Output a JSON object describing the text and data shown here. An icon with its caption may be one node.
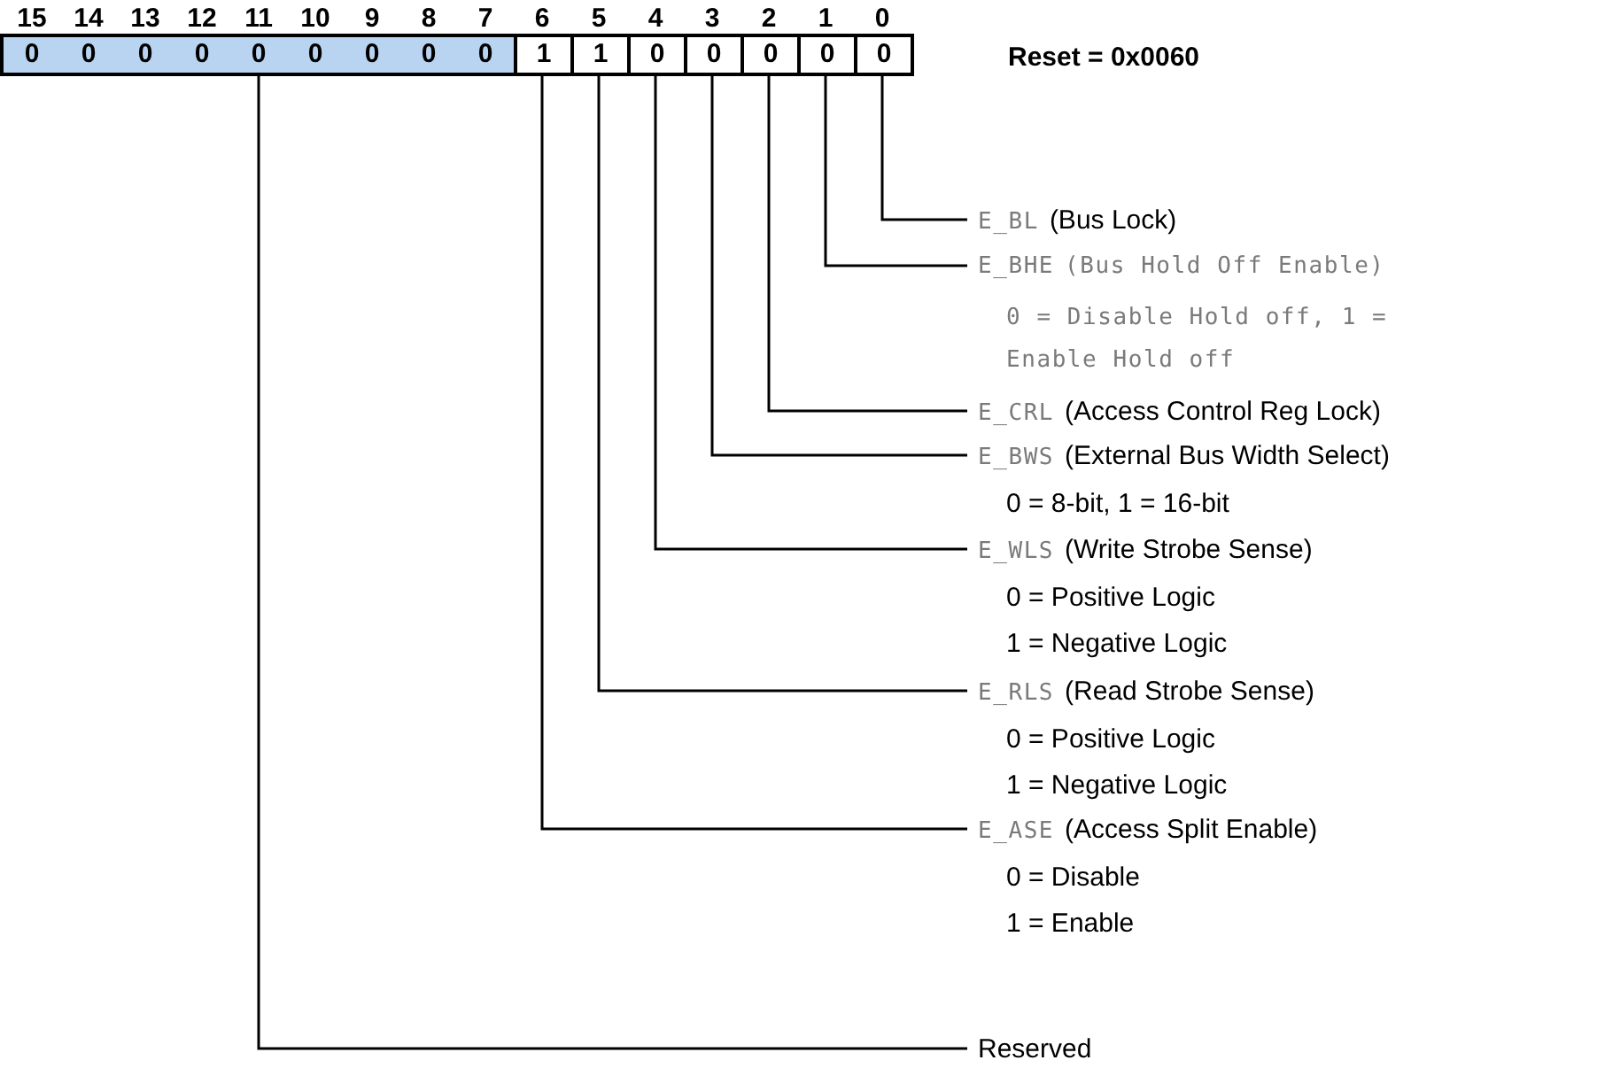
{
  "diagram": {
    "nodes": [
      {
        "text": [
          "0"
        ],
        "beside": [
          "15"
        ]
      },
      {
        "text": [
          "0"
        ],
        "beside": [
          "14"
        ]
      },
      {
        "text": [
          "0"
        ],
        "beside": [
          "13"
        ]
      },
      {
        "text": [
          "0"
        ],
        "beside": [
          "12"
        ]
      },
      {
        "text": [
          "0"
        ],
        "beside": [
          "11"
        ]
      },
      {
        "text": [
          "0"
        ],
        "beside": [
          "10"
        ]
      },
      {
        "text": [
          "0"
        ],
        "beside": [
          "9"
        ]
      },
      {
        "text": [
          "0"
        ],
        "beside": [
          "8"
        ]
      },
      {
        "text": [
          "0"
        ],
        "beside": [
          "7"
        ]
      },
      {
        "text": [
          "1"
        ],
        "beside": [
          "6"
        ]
      },
      {
        "text": [
          "1"
        ],
        "beside": [
          "5"
        ]
      },
      {
        "text": [
          "0"
        ],
        "beside": [
          "4"
        ]
      },
      {
        "text": [
          "0"
        ],
        "beside": [
          "3"
        ]
      },
      {
        "text": [
          "0"
        ],
        "beside": [
          "2"
        ]
      },
      {
        "text": [
          "0"
        ],
        "beside": [
          "1"
        ]
      },
      {
        "text": [
          "0"
        ],
        "beside": [
          "0"
        ]
      },
      {
        "text": [
          "E_BL",
          "(Bus Lock)"
        ]
      },
      {
        "text": [
          "E_BHE",
          "(Bus Hold Off Enable)",
          "0 = Disable Hold off, 1 = Enable Hold off"
        ]
      },
      {
        "text": [
          "E_CRL",
          "(Access Control Reg Lock)"
        ]
      },
      {
        "text": [
          "E_BWS",
          "(External Bus Width Select)",
          "0 = 8-bit, 1 = 16-bit"
        ]
      },
      {
        "text": [
          "E_WLS",
          "(Write Strobe Sense)",
          "0 = Positive Logic",
          "1 = Negative Logic"
        ]
      },
      {
        "text": [
          "E_RLS",
          "(Read Strobe Sense)",
          "0 = Positive Logic",
          "1 = Negative Logic"
        ]
      },
      {
        "text": [
          "E_ASE",
          "(Access Split Enable)",
          "0 = Disable",
          "1 = Enable"
        ]
      },
      {
        "text": [
          "Reserved"
        ]
      }
    ],
    "edges": [
      {
        "from": 15,
        "to": 16,
        "arrow": "none"
      },
      {
        "from": 14,
        "to": 17,
        "arrow": "none"
      },
      {
        "from": 13,
        "to": 18,
        "arrow": "none"
      },
      {
        "from": 12,
        "to": 19,
        "arrow": "none"
      },
      {
        "from": 11,
        "to": 20,
        "arrow": "none"
      },
      {
        "from": 10,
        "to": 21,
        "arrow": "none"
      },
      {
        "from": 9,
        "to": 22,
        "arrow": "none"
      },
      {
        "from": 4,
        "to": 23,
        "arrow": "none"
      }
    ],
    "labels": [
      "Reset = 0x0060"
    ]
  }
}
